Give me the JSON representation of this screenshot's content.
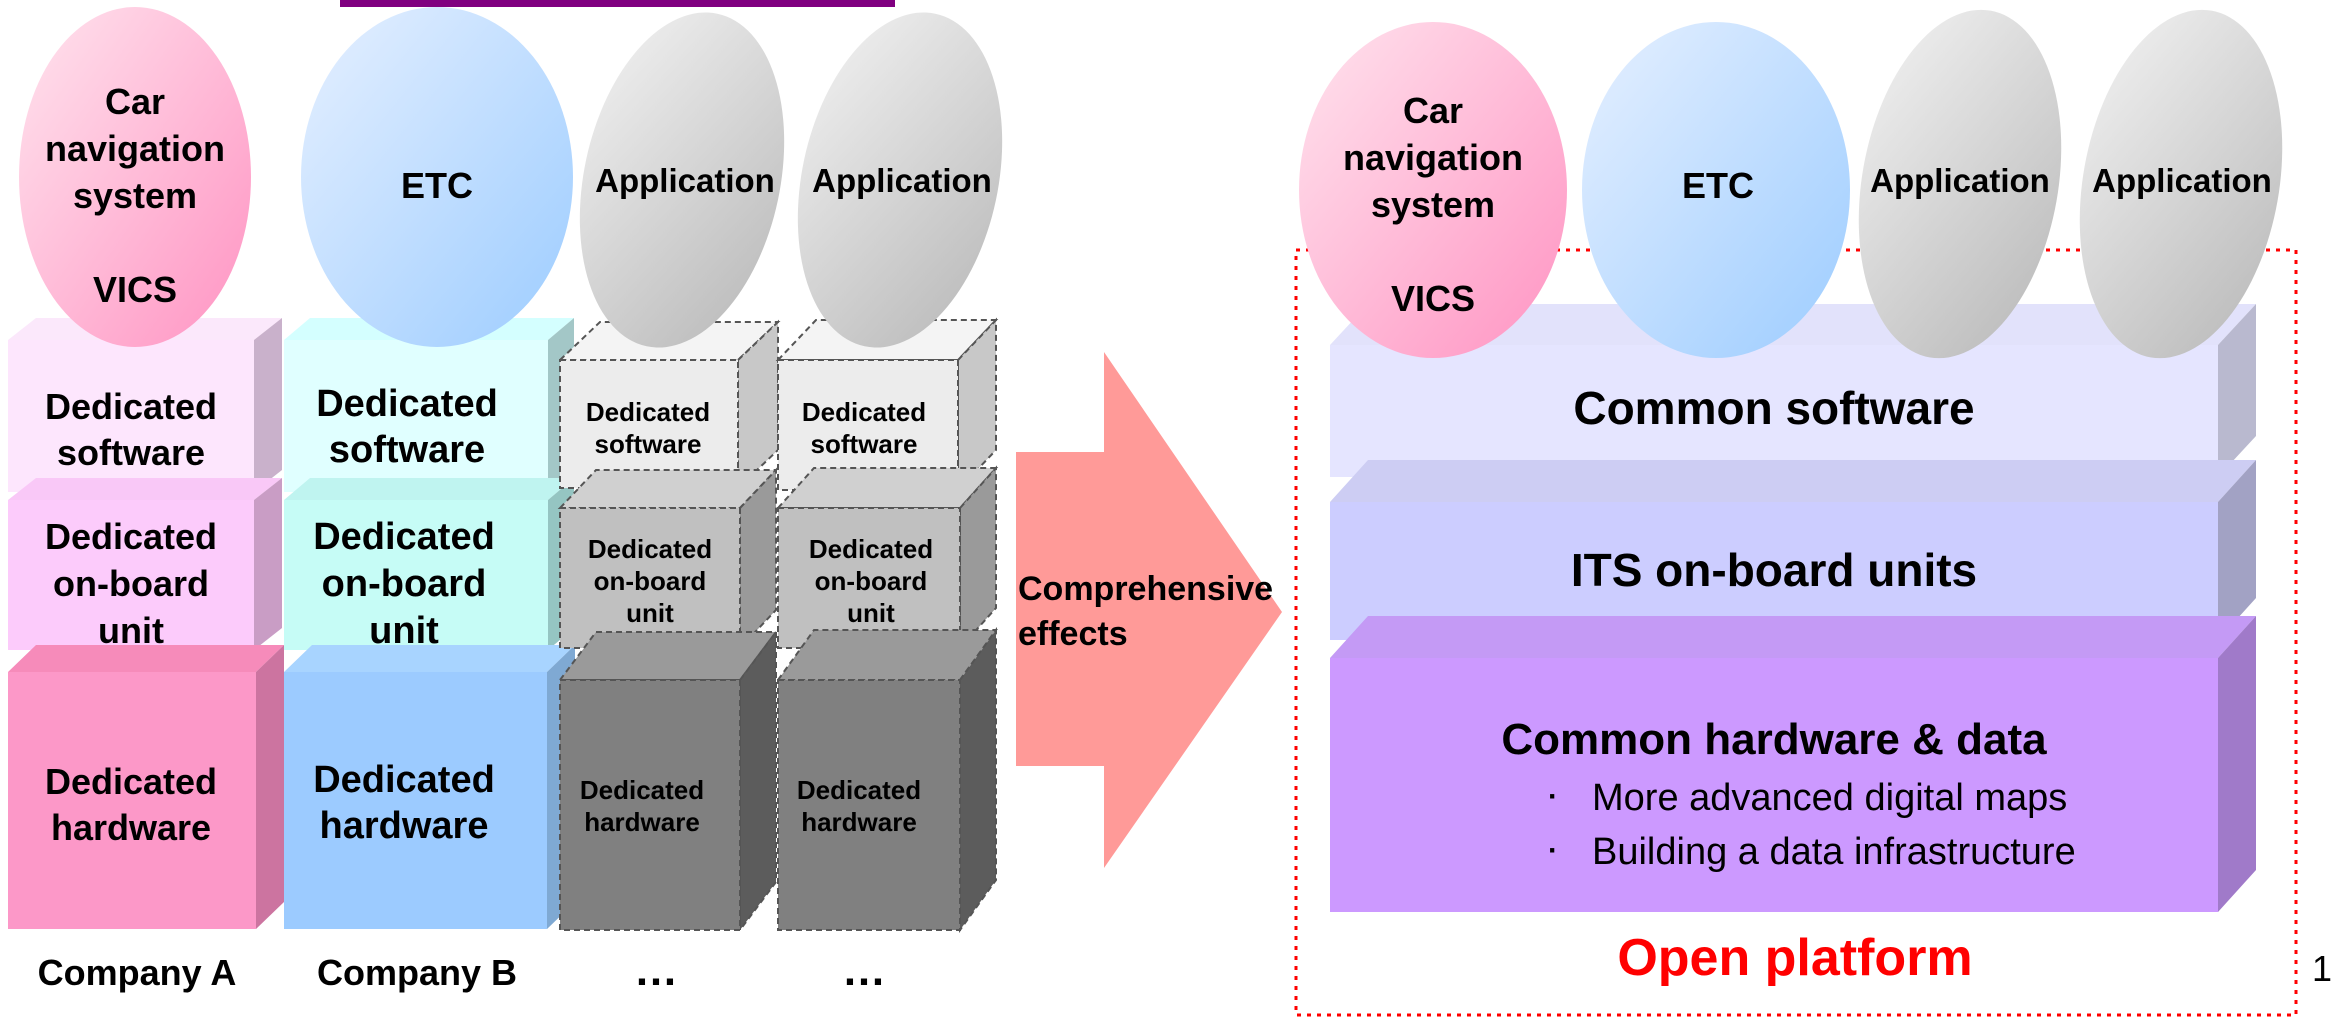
{
  "left_diagram": {
    "app_ovals": [
      {
        "lines": [
          "Car",
          "navigation",
          "system",
          "",
          "VICS"
        ]
      },
      {
        "lines": [
          "ETC"
        ]
      },
      {
        "lines": [
          "Application"
        ]
      },
      {
        "lines": [
          "Application"
        ]
      }
    ],
    "columns": [
      {
        "software": [
          "Dedicated",
          "software"
        ],
        "onboard": [
          "Dedicated",
          "on-board",
          "unit"
        ],
        "hardware": [
          "Dedicated",
          "hardware"
        ],
        "label": "Company A"
      },
      {
        "software": [
          "Dedicated",
          "software"
        ],
        "onboard": [
          "Dedicated",
          "on-board",
          "unit"
        ],
        "hardware": [
          "Dedicated",
          "hardware"
        ],
        "label": "Company B"
      },
      {
        "software": [
          "Dedicated",
          "software"
        ],
        "onboard": [
          "Dedicated",
          "on-board",
          "unit"
        ],
        "hardware": [
          "Dedicated",
          "hardware"
        ],
        "label": "…"
      },
      {
        "software": [
          "Dedicated",
          "software"
        ],
        "onboard": [
          "Dedicated",
          "on-board",
          "unit"
        ],
        "hardware": [
          "Dedicated",
          "hardware"
        ],
        "label": "…"
      }
    ]
  },
  "arrow": {
    "lines": [
      "Comprehensive",
      "effects"
    ]
  },
  "right_diagram": {
    "app_ovals": [
      {
        "lines": [
          "Car",
          "navigation",
          "system",
          "",
          "VICS"
        ]
      },
      {
        "lines": [
          "ETC"
        ]
      },
      {
        "lines": [
          "Application"
        ]
      },
      {
        "lines": [
          "Application"
        ]
      }
    ],
    "layers": {
      "software": "Common software",
      "units": "ITS on-board units",
      "hardware": "Common hardware & data",
      "bullets": [
        "More advanced digital maps",
        "Building a data infrastructure"
      ]
    },
    "platform_label": "Open platform"
  },
  "page_number": "1",
  "colors": {
    "platform_label": "#ff0000",
    "top_bar": "#800080",
    "arrow": "#ff9a98"
  }
}
